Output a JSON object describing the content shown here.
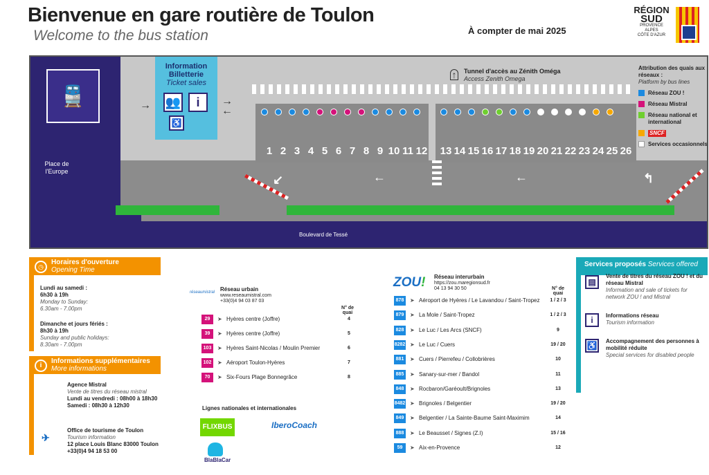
{
  "header": {
    "title": "Bienvenue en gare routière de Toulon",
    "subtitle": "Welcome to the bus station",
    "date": "À compter de mai 2025",
    "logo": {
      "l1": "RÉGION",
      "l2": "SUD",
      "l3": "PROVENCE",
      "l4": "ALPES",
      "l5": "CÔTE D'AZUR"
    }
  },
  "map": {
    "place": "Place de l'Europe",
    "info_title": "Information Billetterie",
    "info_sub": "Ticket sales",
    "tunnel_title": "Tunnel d'accès au Zénith Oméga",
    "tunnel_sub": "Access Zenith Omega",
    "boulevard": "Boulevard de Tessé",
    "quais": [
      "1",
      "2",
      "3",
      "4",
      "5",
      "6",
      "7",
      "8",
      "9",
      "10",
      "11",
      "12",
      "13",
      "14",
      "15",
      "16",
      "17",
      "18",
      "19",
      "20",
      "21",
      "22",
      "23",
      "24",
      "25",
      "26"
    ],
    "dot_colors": [
      "#1b8ae0",
      "#1b8ae0",
      "#1b8ae0",
      "#1b8ae0",
      "#d4127a",
      "#d4127a",
      "#d4127a",
      "#d4127a",
      "#1b8ae0",
      "#1b8ae0",
      "#1b8ae0",
      "#1b8ae0",
      "#1b8ae0",
      "#1b8ae0",
      "#1b8ae0",
      "#6fcf2f",
      "#6fcf2f",
      "#1b8ae0",
      "#1b8ae0",
      "#ffffff",
      "#ffffff",
      "#ffffff",
      "#ffffff",
      "#f7a800",
      "#f7a800"
    ],
    "legend": {
      "title": "Attribution des quais aux réseaux :",
      "title_en": "Platform by bus lines",
      "items": [
        {
          "label": "Réseau ZOU !",
          "color": "#1b8ae0"
        },
        {
          "label": "Réseau Mistral",
          "color": "#d4127a"
        },
        {
          "label": "Réseau national et international",
          "color": "#6fcf2f"
        },
        {
          "label": "SNCF",
          "color": "#f7a800"
        },
        {
          "label": "Services occasionnels",
          "color": "#ffffff"
        }
      ]
    }
  },
  "horaires": {
    "title": "Horaires d'ouverture",
    "title_en": "Opening Time",
    "l1": "Lundi au samedi :",
    "l2": "6h30 à 19h",
    "l3": "Monday to Sunday:",
    "l4": "6.30am - 7.00pm",
    "l5": "Dimanche et jours fériés :",
    "l6": "8h30 à 19h",
    "l7": "Sunday and public holidays:",
    "l8": "8.30am - 7.00pm"
  },
  "infos": {
    "title": "Informations supplémentaires",
    "title_en": "More informations",
    "a1": "Agence Mistral",
    "a2": "Vente de titres du réseau mistral",
    "a3": "Lundi au vendredi : 08h00 à 18h30",
    "a4": "Samedi : 08h30 à 12h30",
    "o1": "Office de tourisme de Toulon",
    "o2": "Tourism information",
    "o3": "12 place Louis Blanc 83000 Toulon",
    "o4": "+33(0)4 94 18 53 00"
  },
  "mistral": {
    "logo": "réseaumistral",
    "name": "Réseau urbain",
    "url": "www.reseaumistral.com",
    "phone": "+33(0)4 94 03 87 03",
    "quai_header": "N° de quai",
    "color": "#d4127a",
    "lines": [
      {
        "num": "29",
        "dest": "Hyères centre (Joffre)",
        "quai": "4"
      },
      {
        "num": "39",
        "dest": "Hyères centre (Joffre)",
        "quai": "5"
      },
      {
        "num": "103",
        "dest": "Hyères Saint-Nicolas / Moulin Premier",
        "quai": "6"
      },
      {
        "num": "102",
        "dest": "Aéroport Toulon-Hyères",
        "quai": "7"
      },
      {
        "num": "70",
        "dest": "Six-Fours Plage Bonnegrâce",
        "quai": "8"
      }
    ]
  },
  "national": {
    "title": "Lignes nationales et internationales",
    "flixbus": "FLIXBUS",
    "ibero": "IberoCoach",
    "blablacar": "BlaBlaCar"
  },
  "zou": {
    "name": "Réseau interurbain",
    "url": "https://zou.maregionsud.fr",
    "phone": "04 13 94 30 50",
    "quai_header": "N° de quai",
    "color": "#1b8ae0",
    "lines": [
      {
        "num": "878",
        "dest": "Aéroport de Hyères / Le Lavandou / Saint-Tropez",
        "quai": "1 / 2 / 3"
      },
      {
        "num": "879",
        "dest": "La Mole / Saint-Tropez",
        "quai": "1 / 2 / 3"
      },
      {
        "num": "828",
        "dest": "Le Luc / Les Arcs (SNCF)",
        "quai": "9"
      },
      {
        "num": "8282",
        "dest": "Le Luc / Cuers",
        "quai": "19 / 20"
      },
      {
        "num": "881",
        "dest": "Cuers / Pierrefeu / Collobrières",
        "quai": "10"
      },
      {
        "num": "885",
        "dest": "Sanary-sur-mer / Bandol",
        "quai": "11"
      },
      {
        "num": "848",
        "dest": "Rocbaron/Garéoult/Brignoles",
        "quai": "13"
      },
      {
        "num": "8482",
        "dest": "Brignoles / Belgentier",
        "quai": "19 / 20"
      },
      {
        "num": "849",
        "dest": "Belgentier / La Sainte-Baume Saint-Maximim",
        "quai": "14"
      },
      {
        "num": "888",
        "dest": "Le Beausset / Signes (Z.I)",
        "quai": "15 / 16"
      },
      {
        "num": "59",
        "dest": "Aix-en-Provence",
        "quai": "12"
      }
    ]
  },
  "services": {
    "title": "Services proposés",
    "title_en": "Services offered",
    "s1": "Vente de titres du réseau ZOU ! et du réseau Mistral",
    "s1_en": "Information and sale of tickets for network ZOU ! and Mistral",
    "s2": "Informations réseau",
    "s2_en": "Tourism information",
    "s3": "Accompagnement des personnes à mobilité réduite",
    "s3_en": "Special services for disabled people"
  }
}
